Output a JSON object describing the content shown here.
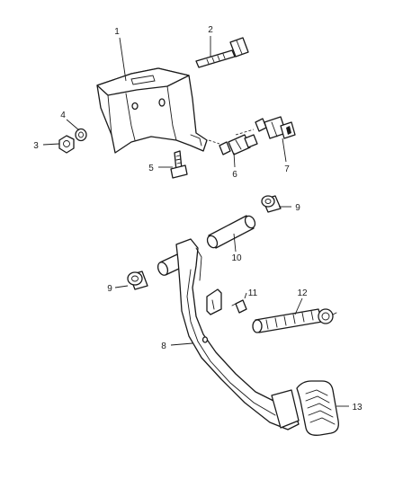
{
  "callouts": {
    "c1": "1",
    "c2": "2",
    "c3": "3",
    "c4": "4",
    "c5": "5",
    "c6": "6",
    "c7": "7",
    "c8": "8",
    "c9a": "9",
    "c9b": "9",
    "c10": "10",
    "c11": "11",
    "c12": "12",
    "c13": "13"
  },
  "colors": {
    "line": "#1a1a1a",
    "background": "#ffffff"
  }
}
